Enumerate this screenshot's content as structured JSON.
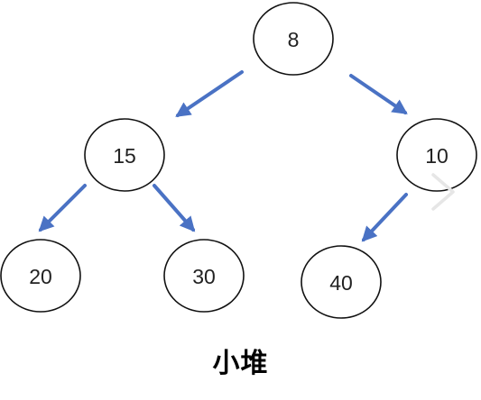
{
  "diagram": {
    "caption": "小堆",
    "edge_color": "#4a72c4",
    "nodes": [
      {
        "id": "n8",
        "label": "8"
      },
      {
        "id": "n15",
        "label": "15"
      },
      {
        "id": "n10",
        "label": "10"
      },
      {
        "id": "n20",
        "label": "20"
      },
      {
        "id": "n30",
        "label": "30"
      },
      {
        "id": "n40",
        "label": "40"
      }
    ],
    "edges": [
      {
        "from": "n8",
        "to": "n15"
      },
      {
        "from": "n8",
        "to": "n10"
      },
      {
        "from": "n15",
        "to": "n20"
      },
      {
        "from": "n15",
        "to": "n30"
      },
      {
        "from": "n10",
        "to": "n40"
      }
    ],
    "overlay_icon": "chevron-right-icon"
  }
}
